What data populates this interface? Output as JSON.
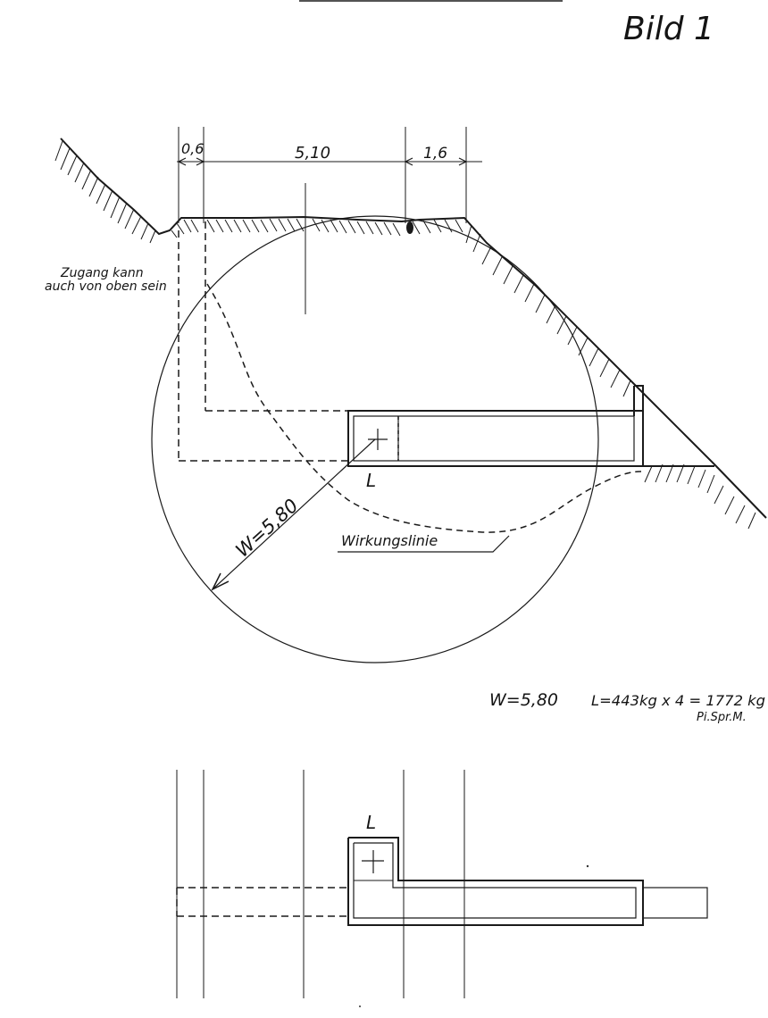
{
  "figure_title": "Bild 1",
  "dimensions": {
    "left": "0,6",
    "middle": "5,10",
    "right": "1,6"
  },
  "annotations": {
    "access_line1": "Zugang kann",
    "access_line2": "auch von oben sein",
    "radius": "W=5,80",
    "effect_line": "Wirkungslinie",
    "charge_mark_section": "L",
    "charge_mark_plan": "L"
  },
  "calculation": {
    "w_value": "W=5,80",
    "l_value": "L=443kg x 4 = 1772 kg",
    "reference": "Pi.Spr.M."
  }
}
